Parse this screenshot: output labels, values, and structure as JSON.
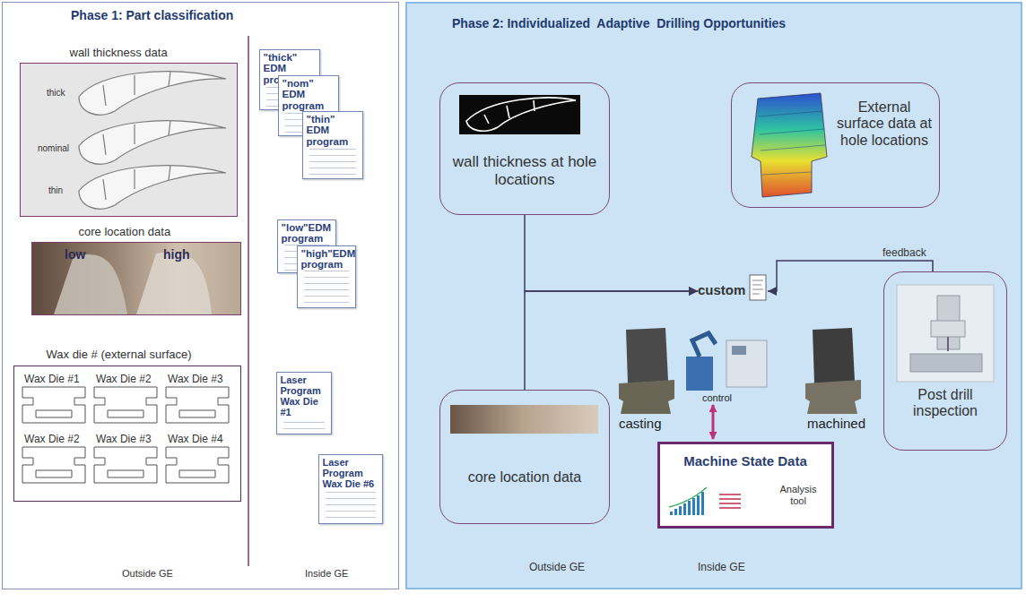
{
  "diagram": {
    "nodes": [
      {
        "text": [
          "Phase 1: Part classification"
        ]
      },
      {
        "text": [
          "wall thickness data"
        ],
        "in": 0
      },
      {
        "text": [
          "\"thick\" EDM program"
        ],
        "in": 0
      },
      {
        "text": [
          "\"nom\" EDM program"
        ],
        "in": 0
      },
      {
        "text": [
          "\"thin\" EDM program"
        ],
        "in": 0
      },
      {
        "text": [
          "core location data"
        ],
        "in": 0
      },
      {
        "text": [
          "\"low\"EDM program"
        ],
        "in": 0
      },
      {
        "text": [
          "\"high\"EDM program"
        ],
        "in": 0
      },
      {
        "text": [
          "Wax die # (external surface)"
        ],
        "in": 0
      },
      {
        "text": [
          "Laser Program Wax Die #1"
        ],
        "in": 0
      },
      {
        "text": [
          "Laser Program Wax Die #6"
        ],
        "in": 0
      },
      {
        "text": [
          "Phase 2: Individualized  Adaptive  Drilling Opportunities"
        ]
      },
      {
        "text": [
          "wall thickness at hole locations"
        ],
        "in": 11
      },
      {
        "text": [
          "External surface data at hole locations"
        ],
        "in": 11
      },
      {
        "text": [
          "custom"
        ],
        "in": 11
      },
      {
        "text": [
          "Post drill inspection"
        ],
        "in": 11
      },
      {
        "text": [
          "core location data"
        ],
        "in": 11
      },
      {
        "text": [
          "Machine State Data",
          "Analysis tool"
        ],
        "in": 11
      }
    ],
    "edges": [
      {
        "from": 12,
        "to": 14,
        "arrow": "to"
      },
      {
        "from": 16,
        "to": 14,
        "arrow": "to"
      },
      {
        "from": 15,
        "to": 14,
        "label": "feedback",
        "arrow": "to"
      }
    ],
    "labels": [
      "thick",
      "nominal",
      "thin",
      "low",
      "high",
      "Wax Die #1",
      "Wax Die #2",
      "Wax Die #3",
      "Wax Die #2",
      "Wax Die #3",
      "Wax Die #4",
      "Outside GE",
      "Inside GE",
      "casting",
      "control",
      "machined",
      "Outside GE",
      "Inside GE"
    ]
  }
}
